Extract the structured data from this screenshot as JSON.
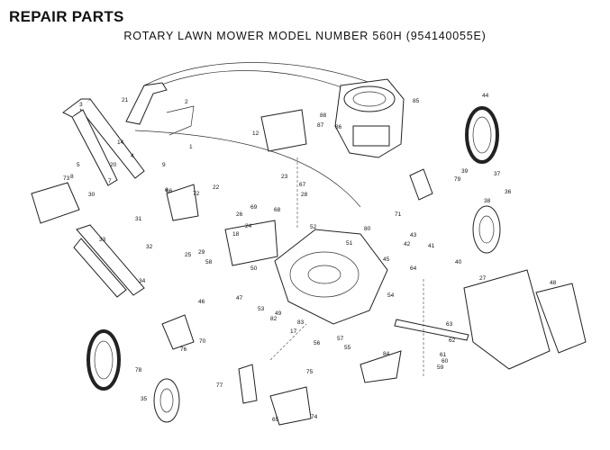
{
  "header": {
    "title": "REPAIR PARTS",
    "subtitle": "ROTARY LAWN MOWER MODEL NUMBER 560H (954140055E)"
  },
  "callouts": [
    "1",
    "2",
    "3",
    "4",
    "5",
    "6",
    "7",
    "8",
    "9",
    "12",
    "14",
    "17",
    "18",
    "20",
    "21",
    "22",
    "23",
    "24",
    "25",
    "26",
    "27",
    "28",
    "29",
    "30",
    "31",
    "32",
    "33",
    "34",
    "35",
    "36",
    "37",
    "38",
    "39",
    "40",
    "41",
    "42",
    "43",
    "44",
    "45",
    "46",
    "47",
    "48",
    "49",
    "50",
    "51",
    "52",
    "53",
    "54",
    "55",
    "56",
    "57",
    "58",
    "59",
    "60",
    "61",
    "62",
    "63",
    "64",
    "65",
    "66",
    "67",
    "68",
    "69",
    "70",
    "71",
    "72",
    "73",
    "74",
    "75",
    "76",
    "77",
    "78",
    "79",
    "80",
    "82",
    "83",
    "84",
    "85",
    "86",
    "87",
    "88"
  ]
}
